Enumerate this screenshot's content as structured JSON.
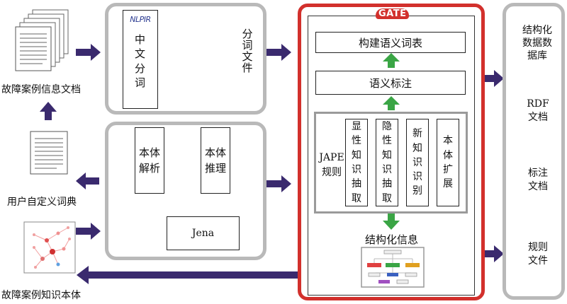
{
  "left": {
    "fault_docs_label": "故障案例信息文档",
    "user_dict_label": "用户自定义词典",
    "ontology_label": "故障案例知识本体"
  },
  "segmentation": {
    "nlpir_logo": "NLPIR",
    "chinese_seg": "中文分词",
    "seg_file": "分词文件"
  },
  "ontology_tools": {
    "parse": "本体解析",
    "reason": "本体推理",
    "jena": "Jena"
  },
  "gate": {
    "logo": "GATE",
    "build_lexicon": "构建语义词表",
    "semantic_annotation": "语义标注",
    "jape_label": "JAPE规则",
    "jape_items": [
      "显性知识抽取",
      "隐性知识抽取",
      "新知识识别",
      "本体扩展"
    ],
    "structured_info": "结构化信息"
  },
  "right": {
    "database": "结构化数据数据库",
    "rdf": "RDF文档",
    "annotation": "标注文档",
    "rules": "规则文件"
  },
  "colors": {
    "arrow_purple": "#3a2a6e",
    "arrow_green": "#3aa545",
    "gate_border": "#d2302c",
    "panel_gray": "#b9b9b9"
  }
}
